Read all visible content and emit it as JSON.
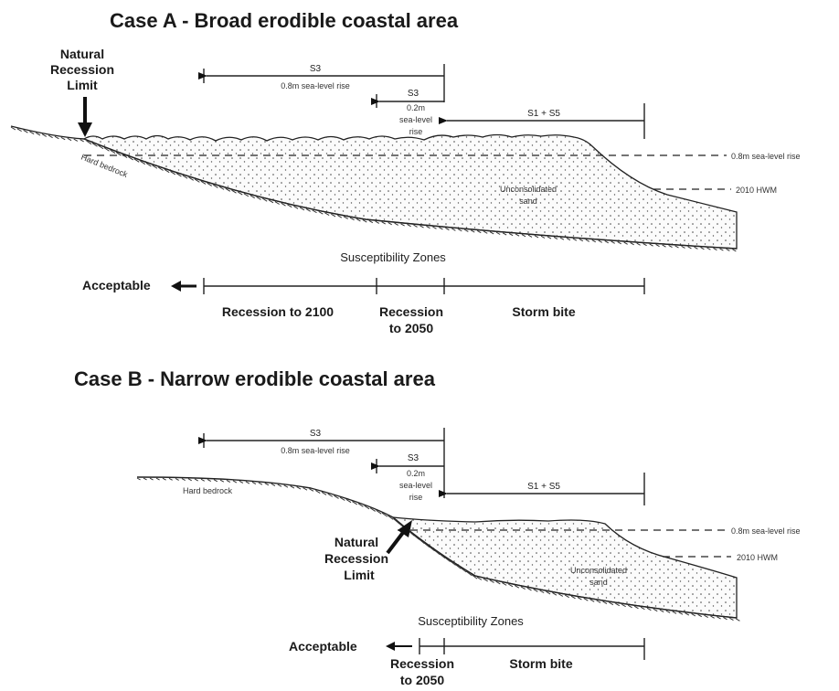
{
  "case_a": {
    "title": "Case A - Broad erodible coastal area",
    "natural_limit": [
      "Natural",
      "Recession",
      "Limit"
    ],
    "s3_long_label": "S3",
    "s3_long_sub": "0.8m sea-level rise",
    "s3_short_label": "S3",
    "s3_short_sub": [
      "0.2m",
      "sea-level",
      "rise"
    ],
    "s1_s5_label": "S1 + S5",
    "bedrock_label": "Hard bedrock",
    "sand_label": [
      "Unconsolidated",
      "sand"
    ],
    "slr_label": "0.8m sea-level rise",
    "hwm_label": "2010 HWM",
    "zones_title": "Susceptibility Zones",
    "acceptable": "Acceptable",
    "zone_labels": [
      "Recession to 2100",
      "Recession",
      "to 2050",
      "Storm bite"
    ]
  },
  "case_b": {
    "title": "Case B - Narrow erodible coastal area",
    "natural_limit": [
      "Natural",
      "Recession",
      "Limit"
    ],
    "s3_long_label": "S3",
    "s3_long_sub": "0.8m sea-level rise",
    "s3_short_label": "S3",
    "s3_short_sub": [
      "0.2m",
      "sea-level",
      "rise"
    ],
    "s1_s5_label": "S1 + S5",
    "bedrock_label": "Hard bedrock",
    "sand_label": [
      "Unconsolidated",
      "sand"
    ],
    "slr_label": "0.8m sea-level rise",
    "hwm_label": "2010 HWM",
    "zones_title": "Susceptibility Zones",
    "acceptable": "Acceptable",
    "zone_labels": [
      "Recession",
      "to 2050",
      "Storm bite"
    ]
  }
}
